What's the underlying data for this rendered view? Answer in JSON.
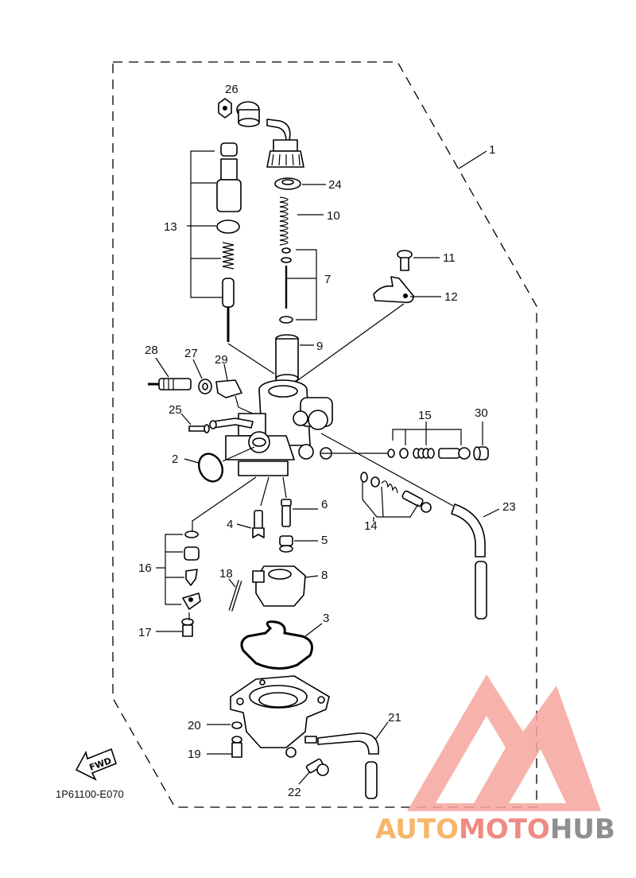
{
  "diagram_code": "1P61100-E070",
  "fwd_label": "FWD",
  "watermark": {
    "part1": "AUTO",
    "part2": "MOTO",
    "part3": "HUB",
    "colors": {
      "auto": "#f5b76a",
      "moto": "#f08a84",
      "hub": "#8f8f8f",
      "logo": "#f6a49d"
    }
  },
  "callouts": [
    "1",
    "2",
    "3",
    "4",
    "5",
    "6",
    "7",
    "8",
    "9",
    "10",
    "11",
    "12",
    "13",
    "14",
    "15",
    "16",
    "17",
    "18",
    "19",
    "20",
    "21",
    "22",
    "23",
    "24",
    "25",
    "26",
    "27",
    "28",
    "29",
    "30"
  ]
}
